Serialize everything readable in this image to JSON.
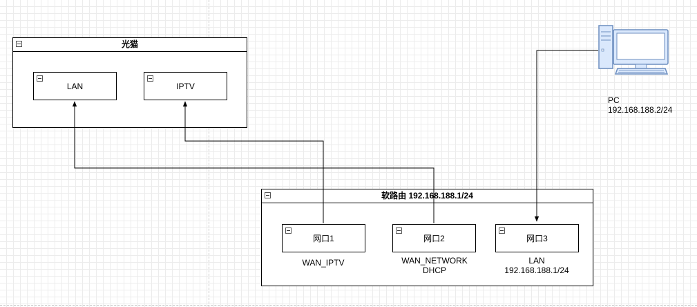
{
  "modem": {
    "title": "光猫",
    "ports": [
      {
        "label": "LAN"
      },
      {
        "label": "IPTV"
      }
    ]
  },
  "router": {
    "title": "软路由 192.168.188.1/24",
    "ports": [
      {
        "label": "网口1",
        "caption": [
          "WAN_IPTV"
        ]
      },
      {
        "label": "网口2",
        "caption": [
          "WAN_NETWORK",
          "DHCP"
        ]
      },
      {
        "label": "网口3",
        "caption": [
          "LAN",
          "192.168.188.1/24"
        ]
      }
    ]
  },
  "pc": {
    "icon": "desktop-computer-icon",
    "caption": [
      "PC",
      "192.168.188.2/24"
    ]
  },
  "colors": {
    "pc_body": "#dae8fc",
    "pc_stroke": "#6c8ebf",
    "edge": "#000000"
  }
}
